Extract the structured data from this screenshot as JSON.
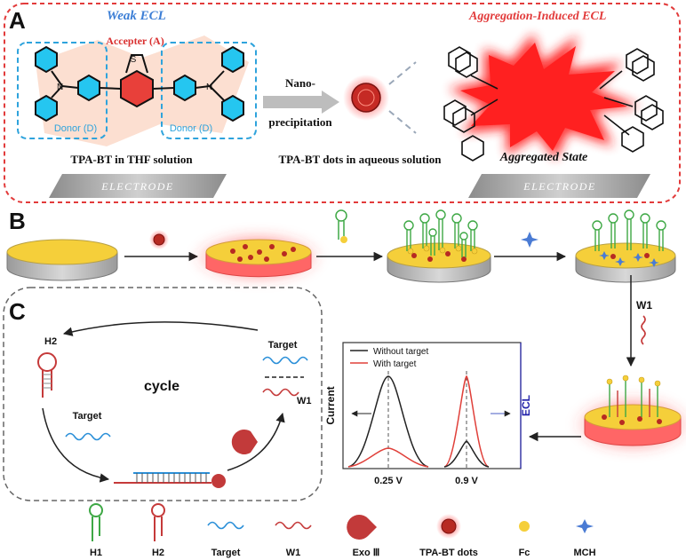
{
  "panels": {
    "a": {
      "letter": "A",
      "weak_ecl": "Weak ECL",
      "aie_ecl": "Aggregation-Induced ECL",
      "accepter": "Accepter (A)",
      "donor_left": "Donor (D)",
      "donor_right": "Donor (D)",
      "nano_line1": "Nano-",
      "nano_line2": "precipitation",
      "caption_left": "TPA-BT in THF solution",
      "caption_mid": "TPA-BT dots in aqueous solution",
      "caption_right": "Aggregated State",
      "electrode_left": "ELECTRODE",
      "electrode_right": "ELECTRODE"
    },
    "b": {
      "letter": "B",
      "w1_label": "W1"
    },
    "c": {
      "letter": "C",
      "h2": "H2",
      "target_top": "Target",
      "w1": "W1",
      "cycle": "cycle",
      "target_left": "Target"
    }
  },
  "plot": {
    "legend": [
      {
        "name": "Without target",
        "color": "#222222"
      },
      {
        "name": "With target",
        "color": "#e0403a"
      }
    ],
    "y_left": "Current",
    "y_right": "ECL",
    "x_ticks": [
      "0.25 V",
      "0.9 V"
    ]
  },
  "legend_items": [
    {
      "label": "H1",
      "icon": "hairpin-green-icon"
    },
    {
      "label": "H2",
      "icon": "hairpin-red-icon"
    },
    {
      "label": "Target",
      "icon": "wave-blue-icon"
    },
    {
      "label": "W1",
      "icon": "wave-red-icon"
    },
    {
      "label": "Exo Ⅲ",
      "icon": "pacman-icon"
    },
    {
      "label": "TPA-BT dots",
      "icon": "dot-red-icon"
    },
    {
      "label": "Fc",
      "icon": "dot-yellow-icon"
    },
    {
      "label": "MCH",
      "icon": "star-blue-icon"
    }
  ],
  "colors": {
    "border_red": "#e23b3b",
    "blue_text": "#3d7fd6",
    "donor_blue": "#2ea3dc",
    "hairpin_green": "#3ea845",
    "hairpin_red": "#c53a3a",
    "gold": "#f5cf3a",
    "cyan_ring": "#27b9e8"
  }
}
